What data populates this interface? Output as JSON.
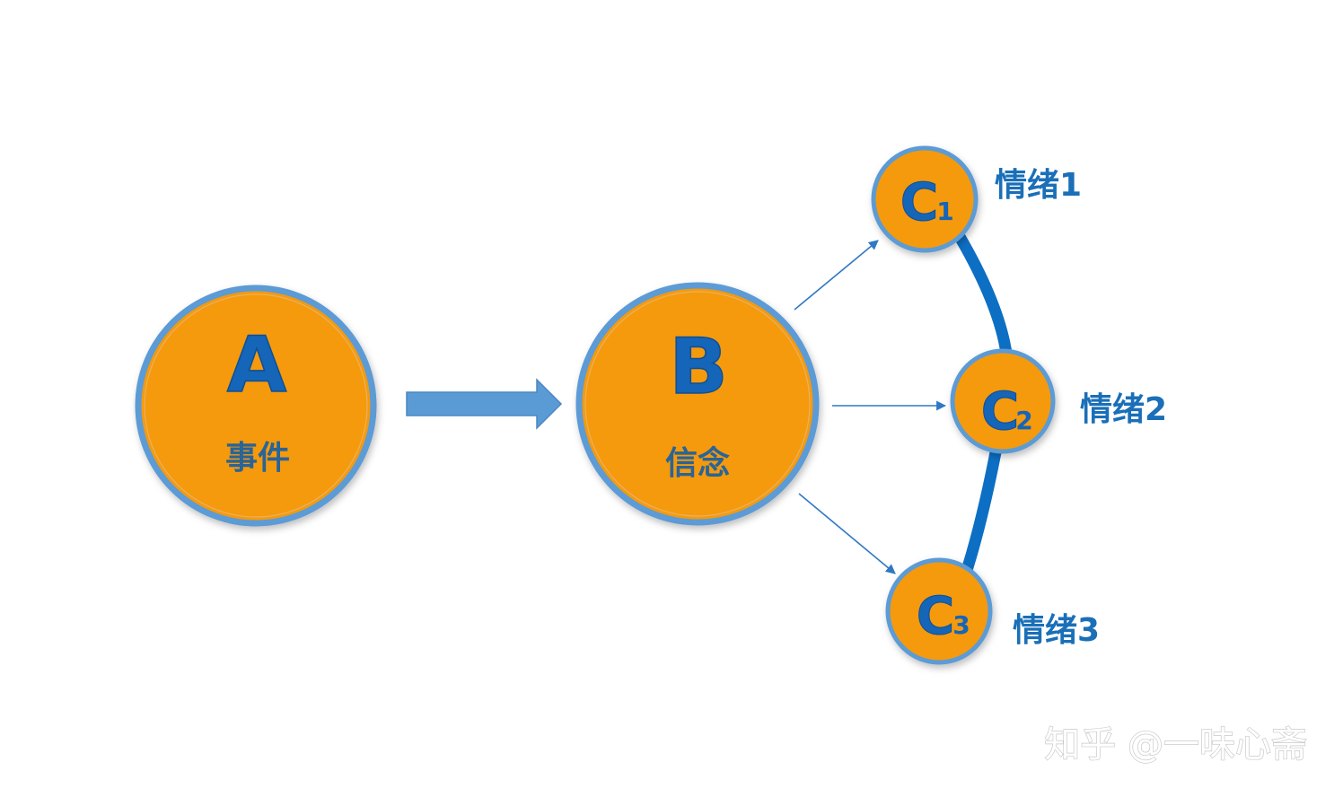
{
  "nodes": {
    "a": {
      "letter": "A",
      "label": "事件"
    },
    "b": {
      "letter": "B",
      "label": "信念"
    },
    "c1": {
      "letter": "C",
      "sub": "1",
      "label": "情绪1"
    },
    "c2": {
      "letter": "C",
      "sub": "2",
      "label": "情绪2"
    },
    "c3": {
      "letter": "C",
      "sub": "3",
      "label": "情绪3"
    }
  },
  "watermark": "知乎 @一味心斋",
  "colors": {
    "node_fill": "#f59a0c",
    "node_border": "#5b9bd5",
    "text_blue": "#1565b8",
    "arc_blue": "#0d6fc3",
    "big_arrow": "#5b9bd5",
    "thin_arrow": "#2f78c4"
  }
}
